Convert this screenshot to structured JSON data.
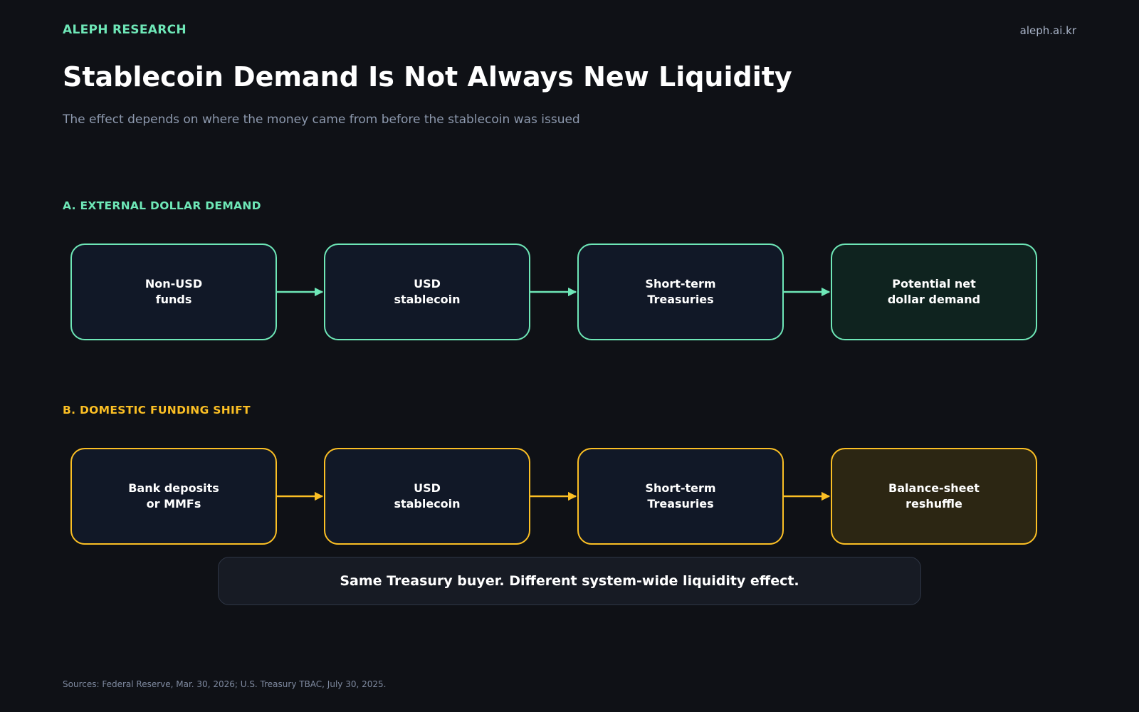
{
  "header": {
    "brand": "ALEPH RESEARCH",
    "site": "aleph.ai.kr"
  },
  "title": "Stablecoin Demand Is Not Always New Liquidity",
  "subtitle": "The effect depends on where the money came from before the stablecoin was issued",
  "colors": {
    "accent_green": "#6ee7b7",
    "accent_amber": "#fbbf24",
    "background": "#0f1116",
    "node_fill": "#111827"
  },
  "section_a": {
    "label": "A. EXTERNAL DOLLAR DEMAND",
    "nodes": [
      "Non-USD\nfunds",
      "USD\nstablecoin",
      "Short-term\nTreasuries",
      "Potential net\ndollar demand"
    ]
  },
  "section_b": {
    "label": "B. DOMESTIC FUNDING SHIFT",
    "nodes": [
      "Bank deposits\nor MMFs",
      "USD\nstablecoin",
      "Short-term\nTreasuries",
      "Balance-sheet\nreshuffle"
    ]
  },
  "callout": "Same Treasury buyer. Different system-wide liquidity effect.",
  "sources": "Sources: Federal Reserve, Mar. 30, 2026; U.S. Treasury TBAC, July 30, 2025."
}
